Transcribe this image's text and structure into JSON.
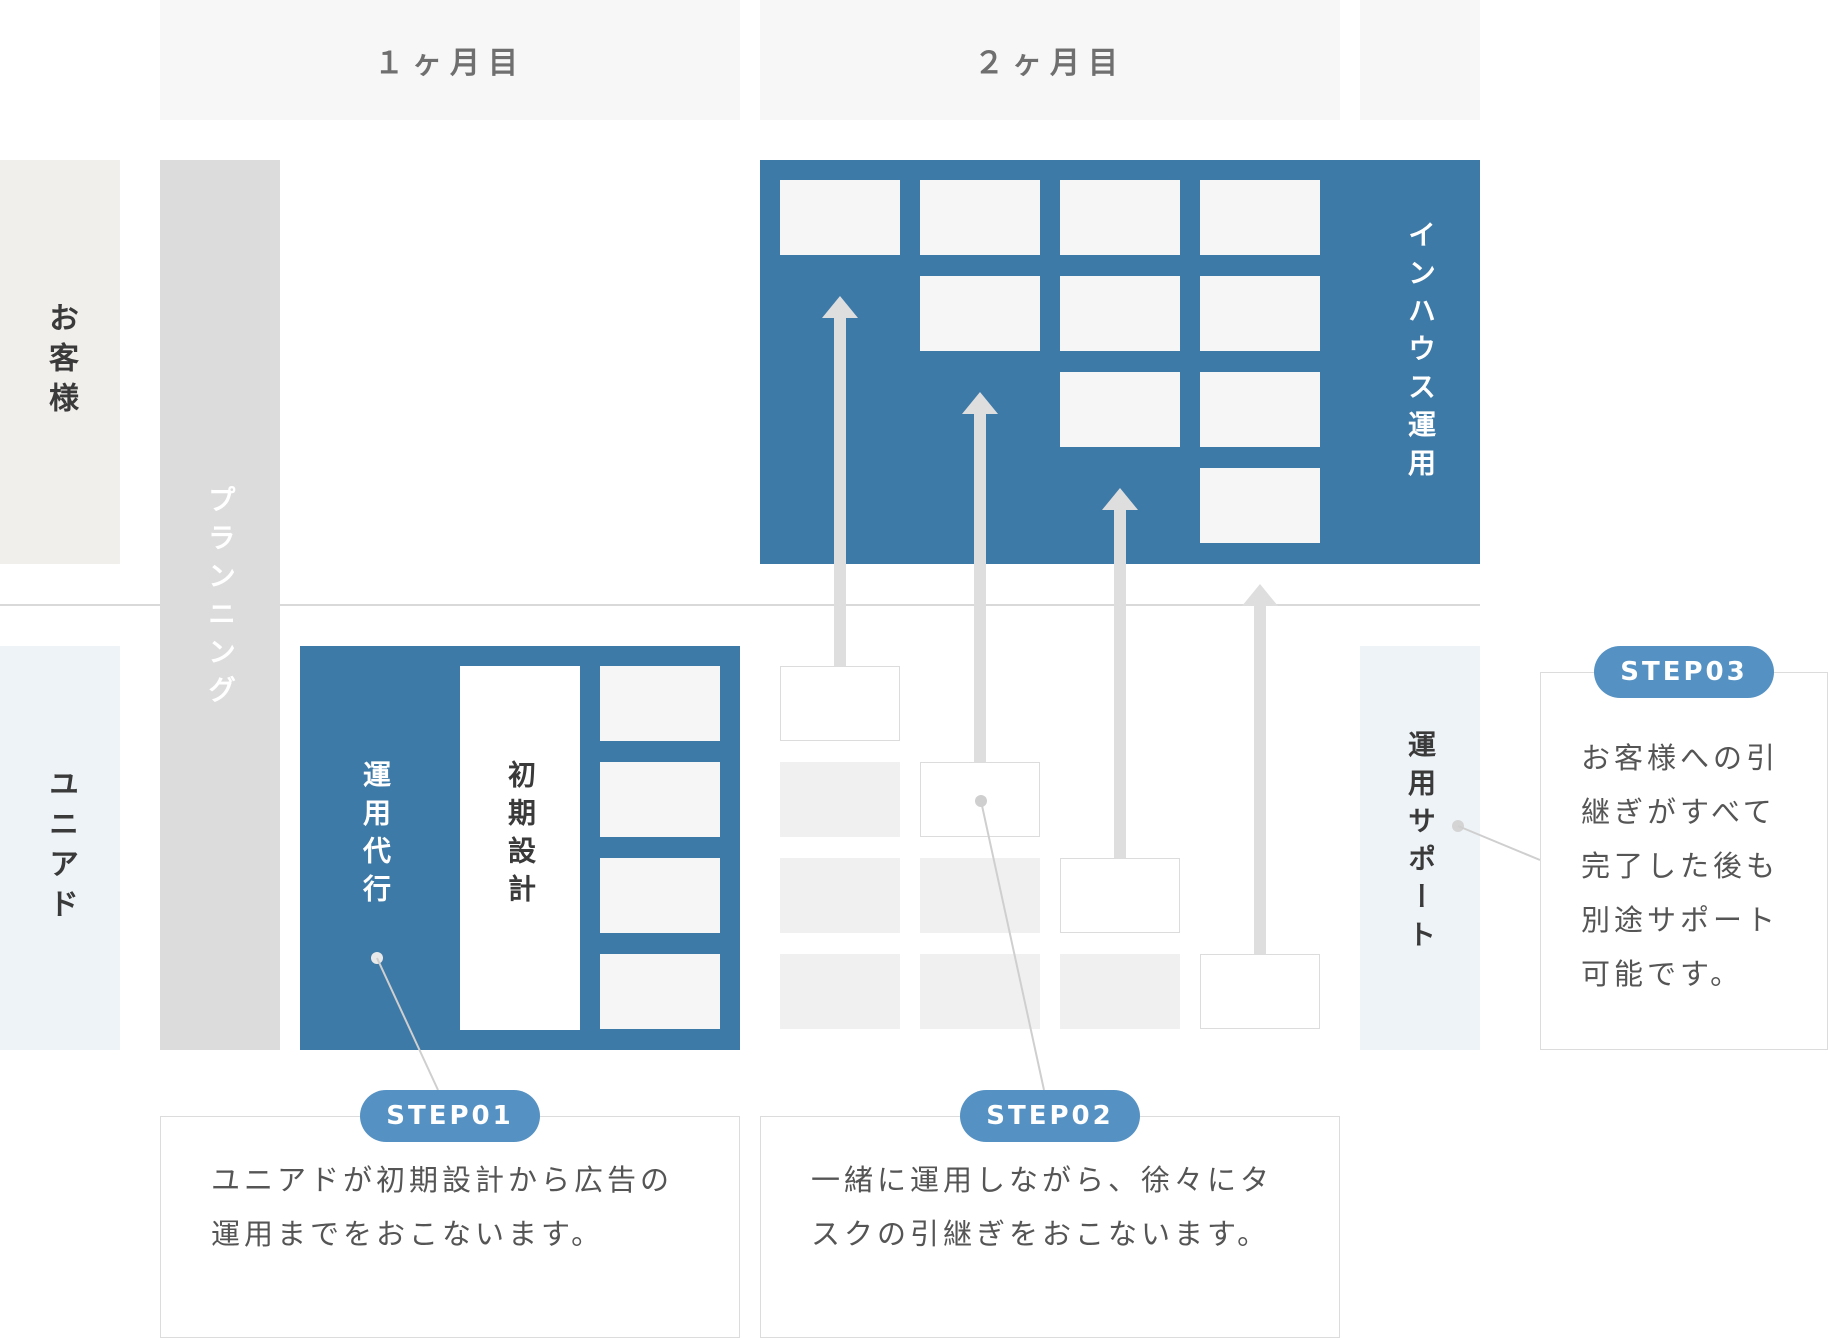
{
  "columns": {
    "month1": "１ヶ月目",
    "month2": "２ヶ月目"
  },
  "rows": {
    "customer": "お客様",
    "uniad": "ユニアド"
  },
  "phases": {
    "planning": "プランニング",
    "inhouse": "インハウス運用",
    "operation_proxy": "運用代行",
    "initial_setup": "初期設計",
    "operation_support": "運用サポート"
  },
  "steps": [
    {
      "badge": "STEP01",
      "text_line1": "ユニアドが初期設計から広告の",
      "text_line2": "運用までをおこないます。"
    },
    {
      "badge": "STEP02",
      "text_line1": "一緒に運用しながら、徐々にタ",
      "text_line2": "スクの引継ぎをおこないます。"
    },
    {
      "badge": "STEP03",
      "text_lines": [
        "お客様への引",
        "継ぎがすべて",
        "完了した後も",
        "別途サポート",
        "可能です。"
      ]
    }
  ],
  "colors": {
    "blue": "#3e7aa7",
    "pill": "#5592c3",
    "planning_gray": "#dcdcdc",
    "customer_bg": "#f1efec",
    "uniad_bg": "#eef3f7"
  }
}
